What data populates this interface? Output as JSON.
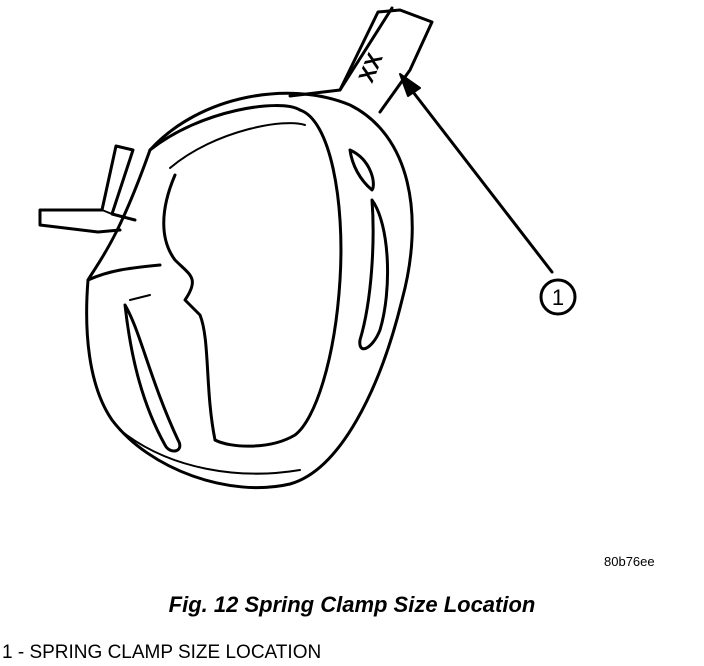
{
  "figure": {
    "reference_code": "80b76ee",
    "caption": "Fig. 12 Spring Clamp Size Location",
    "callout_number": "1",
    "size_mark": "XX"
  },
  "legend": [
    {
      "text": "1 - SPRING CLAMP SIZE LOCATION"
    }
  ]
}
